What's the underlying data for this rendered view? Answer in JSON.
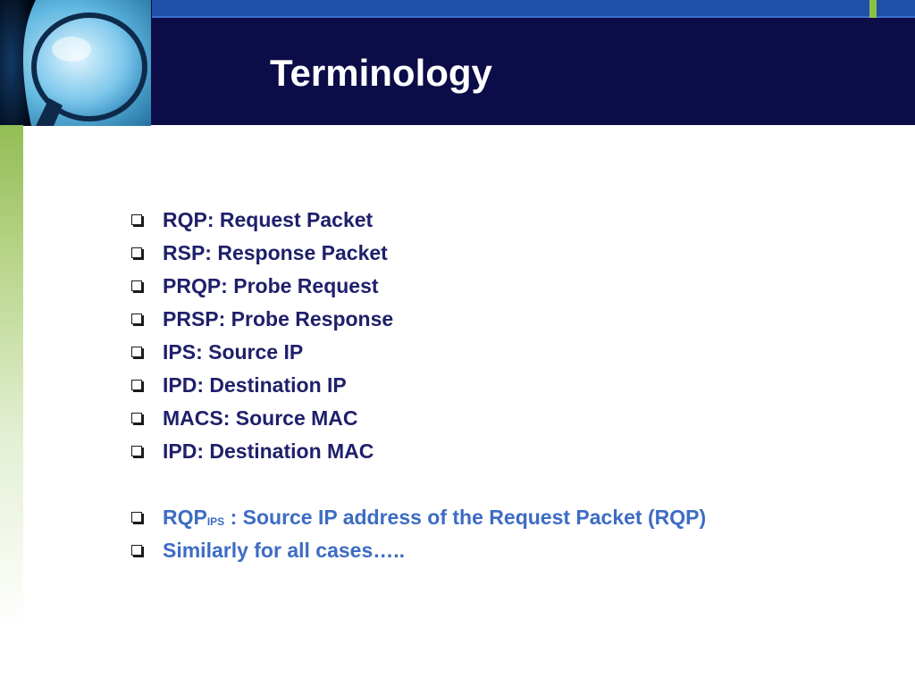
{
  "header": {
    "title": "Terminology",
    "colors": {
      "background": "#0c0c48",
      "stripe": "#1f4fa6",
      "accent": "#8cc04a"
    }
  },
  "logo": {
    "icon": "magnifying-glass-icon"
  },
  "terms": [
    "RQP: Request Packet",
    "RSP: Response Packet",
    "PRQP: Probe Request",
    "PRSP: Probe Response",
    "IPS: Source IP",
    "IPD: Destination IP",
    "MACS: Source MAC",
    "IPD: Destination MAC"
  ],
  "highlights": {
    "example_prefix": "RQP",
    "example_subscript": "IPS",
    "example_text": " : Source IP address of the Request Packet (RQP)",
    "note": "Similarly for all cases….."
  },
  "colors": {
    "term_text": "#1f1f6b",
    "highlight_text": "#3d6cc4"
  }
}
